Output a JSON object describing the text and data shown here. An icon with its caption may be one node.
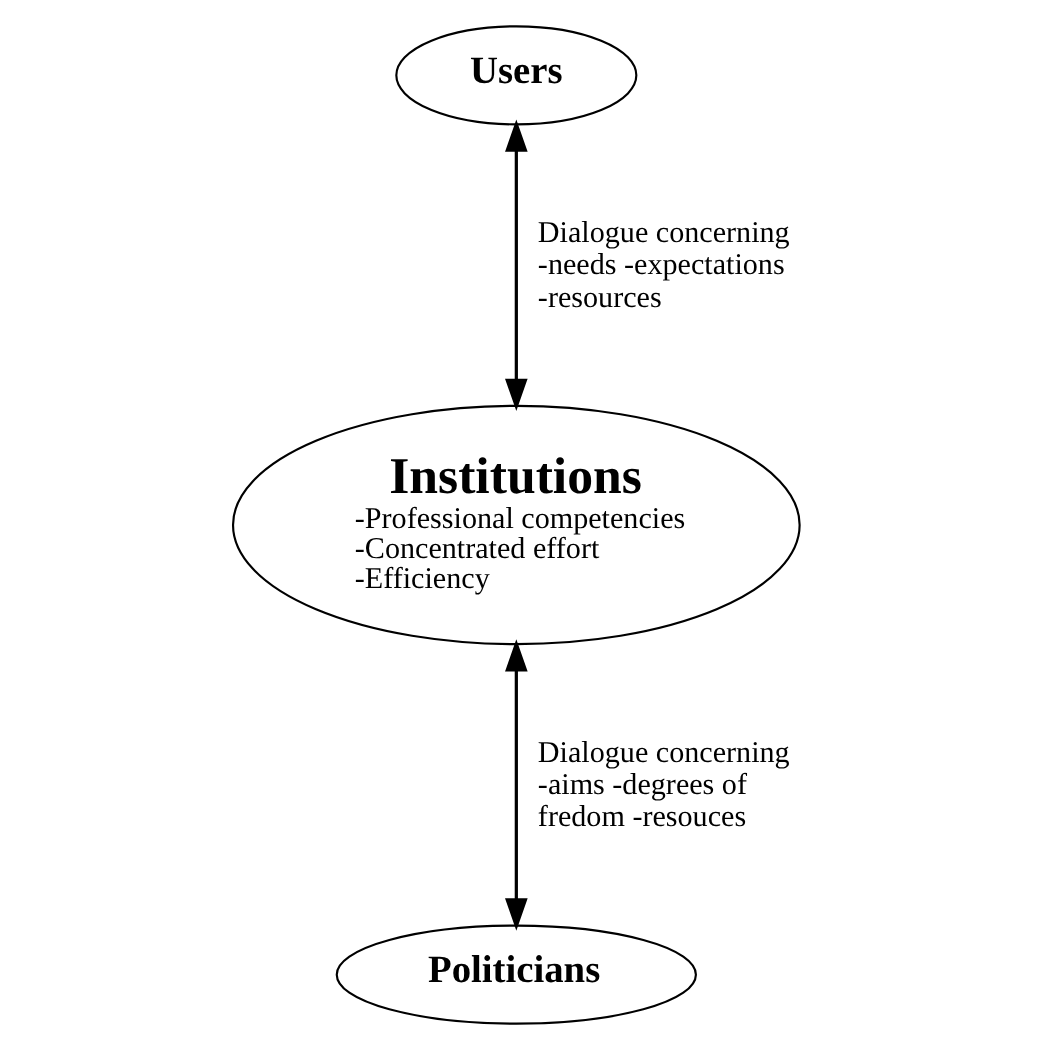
{
  "diagram": {
    "nodes": [
      {
        "text": [
          "Users"
        ]
      },
      {
        "text": [
          "Institutions",
          "-Professional competencies -Concentrated effort -Efficiency"
        ]
      },
      {
        "text": [
          "Politicians"
        ]
      }
    ],
    "edges": [
      {
        "from": 0,
        "to": 1,
        "arrow": "both",
        "label": "Dialogue concerning -needs -expectations -resources"
      },
      {
        "from": 1,
        "to": 2,
        "arrow": "both",
        "label": "Dialogue concerning -aims -degrees of fredom -resouces"
      }
    ]
  }
}
